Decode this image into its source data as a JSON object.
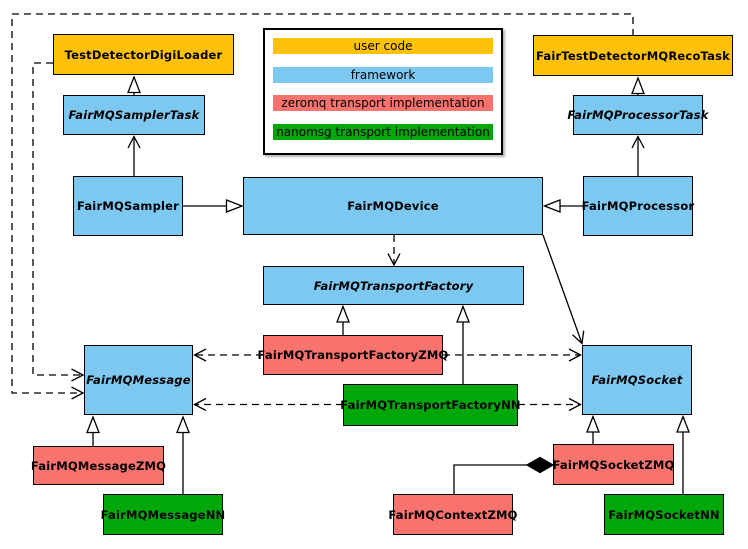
{
  "colors": {
    "user_code": "#FFC107",
    "framework": "#7CC8F0",
    "zeromq": "#F8726E",
    "nanomsg": "#00A708",
    "line": "#000000",
    "canvas": "#FFFFFF"
  },
  "legend": {
    "items": [
      {
        "label": "user code",
        "category": "user_code"
      },
      {
        "label": "framework",
        "category": "framework"
      },
      {
        "label": "zeromq transport implementation",
        "category": "zeromq"
      },
      {
        "label": "nanomsg transport implementation",
        "category": "nanomsg"
      }
    ]
  },
  "nodes": {
    "digi_loader": {
      "label": "TestDetectorDigiLoader",
      "category": "user_code",
      "abstract": false
    },
    "reco_task": {
      "label": "FairTestDetectorMQRecoTask",
      "category": "user_code",
      "abstract": false
    },
    "sampler_task": {
      "label": "FairMQSamplerTask",
      "category": "framework",
      "abstract": true
    },
    "processor_task": {
      "label": "FairMQProcessorTask",
      "category": "framework",
      "abstract": true
    },
    "sampler": {
      "label": "FairMQSampler",
      "category": "framework",
      "abstract": false
    },
    "device": {
      "label": "FairMQDevice",
      "category": "framework",
      "abstract": false
    },
    "processor": {
      "label": "FairMQProcessor",
      "category": "framework",
      "abstract": false
    },
    "transport_factory": {
      "label": "FairMQTransportFactory",
      "category": "framework",
      "abstract": true
    },
    "transport_factory_zmq": {
      "label": "FairMQTransportFactoryZMQ",
      "category": "zeromq",
      "abstract": false
    },
    "transport_factory_nn": {
      "label": "FairMQTransportFactoryNN",
      "category": "nanomsg",
      "abstract": false
    },
    "message": {
      "label": "FairMQMessage",
      "category": "framework",
      "abstract": true
    },
    "socket": {
      "label": "FairMQSocket",
      "category": "framework",
      "abstract": true
    },
    "message_zmq": {
      "label": "FairMQMessageZMQ",
      "category": "zeromq",
      "abstract": false
    },
    "message_nn": {
      "label": "FairMQMessageNN",
      "category": "nanomsg",
      "abstract": false
    },
    "context_zmq": {
      "label": "FairMQContextZMQ",
      "category": "zeromq",
      "abstract": false
    },
    "socket_zmq": {
      "label": "FairMQSocketZMQ",
      "category": "zeromq",
      "abstract": false
    },
    "socket_nn": {
      "label": "FairMQSocketNN",
      "category": "nanomsg",
      "abstract": false
    }
  }
}
